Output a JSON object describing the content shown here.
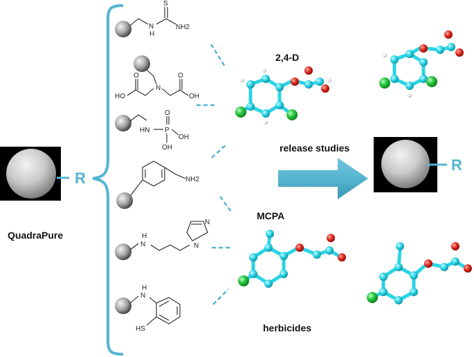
{
  "labels": {
    "quadrapure": "QuadraPure",
    "r_left": "R",
    "r_right": "R",
    "two_four_d": "2,4-D",
    "mcpa": "MCPA",
    "release_studies": "release studies",
    "herbicides": "herbicides"
  },
  "functional_groups": {
    "thiourea": {
      "s": "S",
      "nh": "N",
      "h": "H",
      "nh2": "NH2"
    },
    "iminodiacetic": {
      "n": "N",
      "oh_left": "HO",
      "oh_right": "OH",
      "o_left": "O",
      "o_right": "O"
    },
    "aminophosphonic": {
      "nh": "HN",
      "p": "P",
      "oh_right": "OH",
      "oh_bottom": "OH",
      "o": "O"
    },
    "benzylamine": {
      "nh2": "NH2"
    },
    "imidazole": {
      "nh": "N",
      "h": "H",
      "n_top": "N",
      "n_ring": "N"
    },
    "aminothiophenol": {
      "nh": "N",
      "h": "H",
      "sh": "HS"
    }
  },
  "colors": {
    "accent": "#55b4d0",
    "carbon": "#2ad4e6",
    "oxygen": "#e0281e",
    "chlorine": "#22c43a",
    "hydrogen": "#e4e4e4",
    "bead": "#888888"
  }
}
